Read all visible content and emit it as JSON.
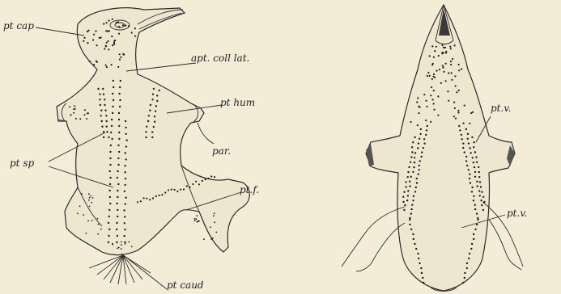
{
  "figure": {
    "labels": {
      "pt_cap": "pt cap",
      "apt_coll_lat": "apt. coll lat.",
      "pt_hum": "pt hum",
      "par": "par.",
      "pt_sp": "pt sp",
      "pt_f": "pt.f.",
      "pt_caud": "pt caud",
      "pt_v_upper": "pt.v.",
      "pt_v_lower": "pt.v."
    }
  }
}
